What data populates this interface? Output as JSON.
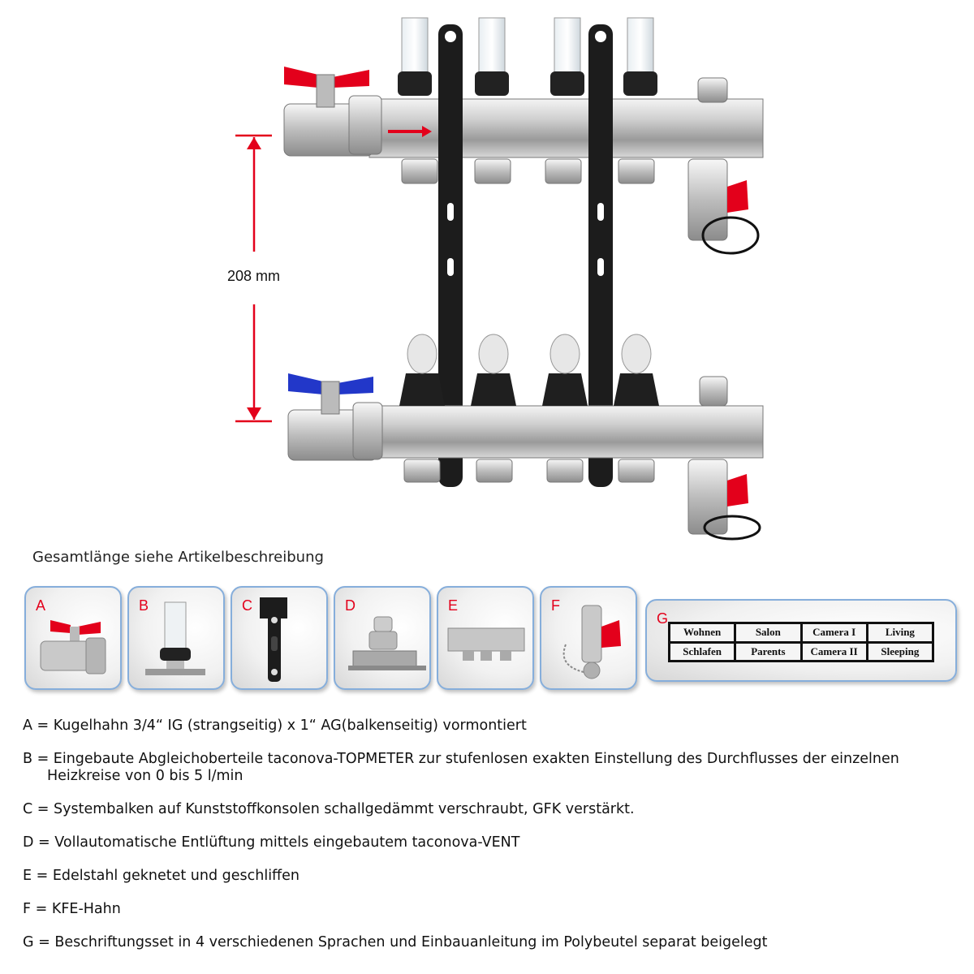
{
  "dimension": {
    "label": "208 mm"
  },
  "subtitle": "Gesamtlänge siehe Artikelbeschreibung",
  "colors": {
    "accent_red": "#e3001b",
    "card_border": "#86aedb",
    "dimension_arrow": "#e3001b"
  },
  "cards": [
    {
      "letter": "A",
      "icon": "ball-valve-icon"
    },
    {
      "letter": "B",
      "icon": "flowmeter-icon"
    },
    {
      "letter": "C",
      "icon": "bracket-icon"
    },
    {
      "letter": "D",
      "icon": "air-vent-icon"
    },
    {
      "letter": "E",
      "icon": "steel-bar-icon"
    },
    {
      "letter": "F",
      "icon": "drain-valve-icon"
    },
    {
      "letter": "G",
      "icon": "label-set-icon"
    }
  ],
  "labels": [
    "Wohnen",
    "Salon",
    "Camera I",
    "Living",
    "Schlafen",
    "Parents",
    "Camera II",
    "Sleeping"
  ],
  "legend": [
    {
      "line": "A = Kugelhahn 3/4“ IG (strangseitig) x 1“ AG(balkenseitig) vormontiert"
    },
    {
      "line": "B = Eingebaute Abgleichoberteile taconova-TOPMETER zur stufenlosen exakten Einstellung des Durchflusses der einzelnen",
      "cont": "Heizkreise von 0 bis 5 l/min"
    },
    {
      "line": "C = Systembalken auf Kunststoffkonsolen schallgedämmt verschraubt, GFK verstärkt."
    },
    {
      "line": "D = Vollautomatische Entlüftung mittels eingebautem taconova-VENT"
    },
    {
      "line": "E = Edelstahl geknetet und geschliffen"
    },
    {
      "line": "F = KFE-Hahn"
    },
    {
      "line": "G = Beschriftungsset in 4 verschiedenen Sprachen und Einbauanleitung im Polybeutel separat beigelegt"
    }
  ]
}
